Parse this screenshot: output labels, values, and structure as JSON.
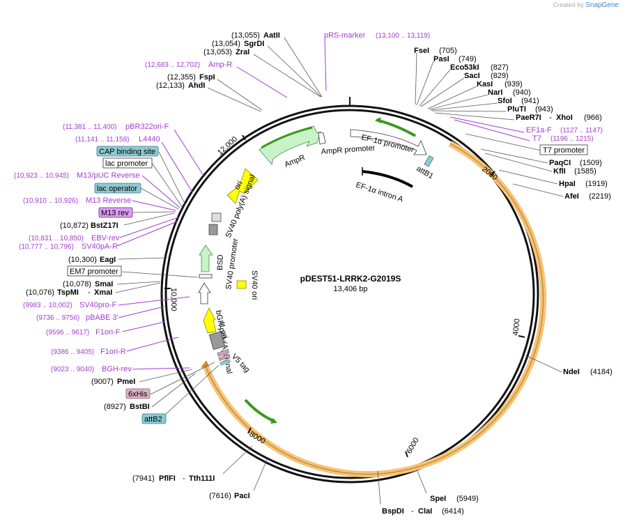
{
  "credit": {
    "created_by": "Created by",
    "brand": "SnapGene"
  },
  "map": {
    "title": "pDEST51-LRRK2-G2019S",
    "size": "13,406 bp"
  },
  "ticks": {
    "t2000": "2000",
    "t4000": "4000",
    "t6000": "6000",
    "t8000": "8000",
    "t10000": "10,000",
    "t12000": "12,000"
  },
  "features": {
    "ef1a_promoter": "EF-1α promoter",
    "ef1a_intron": "EF-1α intron A",
    "attb1": "attB1",
    "ampr": "AmpR",
    "ampr_promoter": "AmpR promoter",
    "ori": "ori",
    "sv40_polya": "SV40 poly(A) signal",
    "bsd": "BSD",
    "sv40_promoter": "SV40 promoter",
    "sv40_ori": "SV40 ori",
    "bgh_polya": "bGH poly(A) signal",
    "f1_ori": "f1 ori",
    "v5_tag": "V5 tag"
  },
  "right_labels": [
    {
      "name": "FseI",
      "pos": "(705)"
    },
    {
      "name": "PasI",
      "pos": "(749)"
    },
    {
      "name": "Eco53kI",
      "pos": "(827)"
    },
    {
      "name": "SacI",
      "pos": "(829)"
    },
    {
      "name": "KasI",
      "pos": "(939)"
    },
    {
      "name": "NarI",
      "pos": "(940)"
    },
    {
      "name": "SfoI",
      "pos": "(941)"
    },
    {
      "name": "PluTI",
      "pos": "(943)"
    },
    {
      "name": "PaeR7I",
      "name2": "XhoI",
      "pos": "(966)"
    },
    {
      "name": "PaqCI",
      "pos": "(1509)"
    },
    {
      "name": "KflI",
      "pos": "(1585)"
    },
    {
      "name": "HpaI",
      "pos": "(1919)"
    },
    {
      "name": "AfeI",
      "pos": "(2219)"
    },
    {
      "name": "NdeI",
      "pos": "(4184)"
    },
    {
      "name": "SpeI",
      "pos": "(5949)"
    },
    {
      "name": "BspDI",
      "name2": "ClaI",
      "pos": "(6414)"
    },
    {
      "name": "PacI",
      "pos": "(7616)"
    },
    {
      "name": "PflFI",
      "name2": "Tth111I",
      "pos": "(7941)"
    }
  ],
  "right_primers": [
    {
      "name": "EF1a-F",
      "pos": "(1127 .. 1147)"
    },
    {
      "name": "T7",
      "pos": "(1196 .. 1215)"
    }
  ],
  "right_boxed": {
    "t7_promoter": "T7 promoter"
  },
  "top_labels": [
    {
      "name": "AatII",
      "pos": "(13,055)"
    },
    {
      "name": "SgrDI",
      "pos": "(13,054)"
    },
    {
      "name": "ZraI",
      "pos": "(13,053)"
    },
    {
      "name": "FspI",
      "pos": "(12,355)"
    },
    {
      "name": "AhdI",
      "pos": "(12,133)"
    }
  ],
  "top_primers": [
    {
      "name": "pRS-marker",
      "pos": "(13,100 .. 13,119)"
    },
    {
      "name": "Amp-R",
      "pos": "(12,683 .. 12,702)"
    }
  ],
  "left_primers": [
    {
      "name": "pBR322ori-F",
      "pos": "(11,381 .. 11,400)"
    },
    {
      "name": "L4440",
      "pos": "(11,141 .. 11,158)"
    },
    {
      "name": "M13/pUC Reverse",
      "pos": "(10,923 .. 10,945)"
    },
    {
      "name": "M13 Reverse",
      "pos": "(10,910 .. 10,926)"
    },
    {
      "name": "EBV-rev",
      "pos": "(10,831 .. 10,850)"
    },
    {
      "name": "SV40pA-R",
      "pos": "(10,777 .. 10,796)"
    },
    {
      "name": "SV40pro-F",
      "pos": "(9983 .. 10,002)"
    },
    {
      "name": "pBABE 3'",
      "pos": "(9736 .. 9756)"
    },
    {
      "name": "F1ori-F",
      "pos": "(9596 .. 9617)"
    },
    {
      "name": "F1ori-R",
      "pos": "(9386 .. 9405)"
    },
    {
      "name": "BGH-rev",
      "pos": "(9023 .. 9040)"
    }
  ],
  "left_boxed": {
    "cap_binding_site": "CAP binding site",
    "lac_promoter": "lac promoter",
    "lac_operator": "lac operator",
    "m13_rev": "M13 rev",
    "em7_promoter": "EM7 promoter",
    "his6": "6xHis",
    "attb2": "attB2"
  },
  "left_sites": [
    {
      "name": "BstZ17I",
      "pos": "(10,872)"
    },
    {
      "name": "EagI",
      "pos": "(10,300)"
    },
    {
      "name": "SmaI",
      "pos": "(10,078)"
    },
    {
      "name": "TspMI",
      "name2": "XmaI",
      "pos": "(10,076)"
    },
    {
      "name": "PmeI",
      "pos": "(9007)"
    },
    {
      "name": "BstBI",
      "pos": "(8927)"
    }
  ],
  "colors": {
    "circle": "#111111",
    "insert": "#f2c87a",
    "ampr_fill": "#c8f2c8",
    "yellow": "#ffff00",
    "primer": "#a23bd0",
    "green_arrow": "#3a9a1a"
  }
}
